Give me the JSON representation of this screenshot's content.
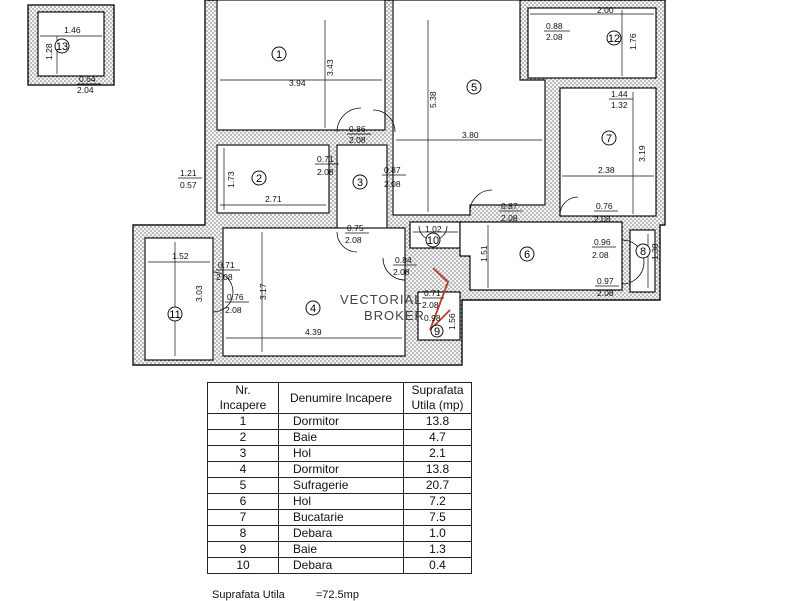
{
  "rooms": [
    {
      "nr": "1",
      "name": "Dormitor",
      "area": "13.8"
    },
    {
      "nr": "2",
      "name": "Baie",
      "area": "4.7"
    },
    {
      "nr": "3",
      "name": "Hol",
      "area": "2.1"
    },
    {
      "nr": "4",
      "name": "Dormitor",
      "area": "13.8"
    },
    {
      "nr": "5",
      "name": "Sufragerie",
      "area": "20.7"
    },
    {
      "nr": "6",
      "name": "Hol",
      "area": "7.2"
    },
    {
      "nr": "7",
      "name": "Bucatarie",
      "area": "7.5"
    },
    {
      "nr": "8",
      "name": "Debara",
      "area": "1.0"
    },
    {
      "nr": "9",
      "name": "Baie",
      "area": "1.3"
    },
    {
      "nr": "10",
      "name": "Debara",
      "area": "0.4"
    }
  ],
  "table": {
    "col_nr": "Nr. Incapere",
    "col_name": "Denumire Incapere",
    "col_area": "Suprafata Utila (mp)"
  },
  "total": {
    "label": "Suprafata Utila",
    "value": "=72.5mp"
  },
  "watermark": {
    "line1": "VECTORIAL",
    "line2": "BROKER"
  },
  "plan_labels": {
    "r1": "1",
    "r2": "2",
    "r3": "3",
    "r4": "4",
    "r5": "5",
    "r6": "6",
    "r7": "7",
    "r8": "8",
    "r9": "9",
    "r10": "10",
    "r11": "11",
    "r12": "12",
    "r13": "13"
  },
  "dimensions": {
    "d13w": "1.46",
    "d13h": "1.28",
    "d13door_top": "0.64",
    "d13door_bot": "2.04",
    "d1w": "3.94",
    "d1h": "3.43",
    "d5w": "3.80",
    "d5h": "5.38",
    "d12top": "2.00",
    "d12door_top": "0.88",
    "d12door_bot": "2.08",
    "d12h": "1.76",
    "d7door_top": "1.44",
    "d7door_bot": "1.32",
    "d7w": "2.38",
    "d7h": "3.19",
    "d3door1_top": "0.86",
    "d3door1_bot": "2.08",
    "d2door_top": "0.71",
    "d2door_bot": "2.08",
    "d3door2_top": "0.87",
    "d3door2_bot": "2.08",
    "d2w": "2.71",
    "d2h": "1.73",
    "dwin_top": "1.21",
    "dwin_bot": "0.57",
    "d3door3_top": "0.75",
    "d3door3_bot": "2.08",
    "d10w": "1.02",
    "d6door1_top": "0.87",
    "d6door1_bot": "2.08",
    "d7door2_top": "0.76",
    "d7door2_bot": "2.08",
    "d8door_top": "0.96",
    "d8door_bot": "2.08",
    "d8h": "1.38",
    "d6door2_top": "0.97",
    "d6door2_bot": "2.08",
    "d6h": "1.51",
    "d11w": "1.52",
    "d11door_top": "0.71",
    "d11door_bot": "2.08",
    "d4door_top": "0.76",
    "d4door_bot": "2.08",
    "d11h": "3.03",
    "d4h": "3.17",
    "d4w": "4.39",
    "d10door_top": "0.84",
    "d10door_bot": "2.08",
    "d9door_top": "0.71",
    "d9door_bot": "2.08",
    "d9a": "0.98",
    "d9b": "1.56"
  }
}
